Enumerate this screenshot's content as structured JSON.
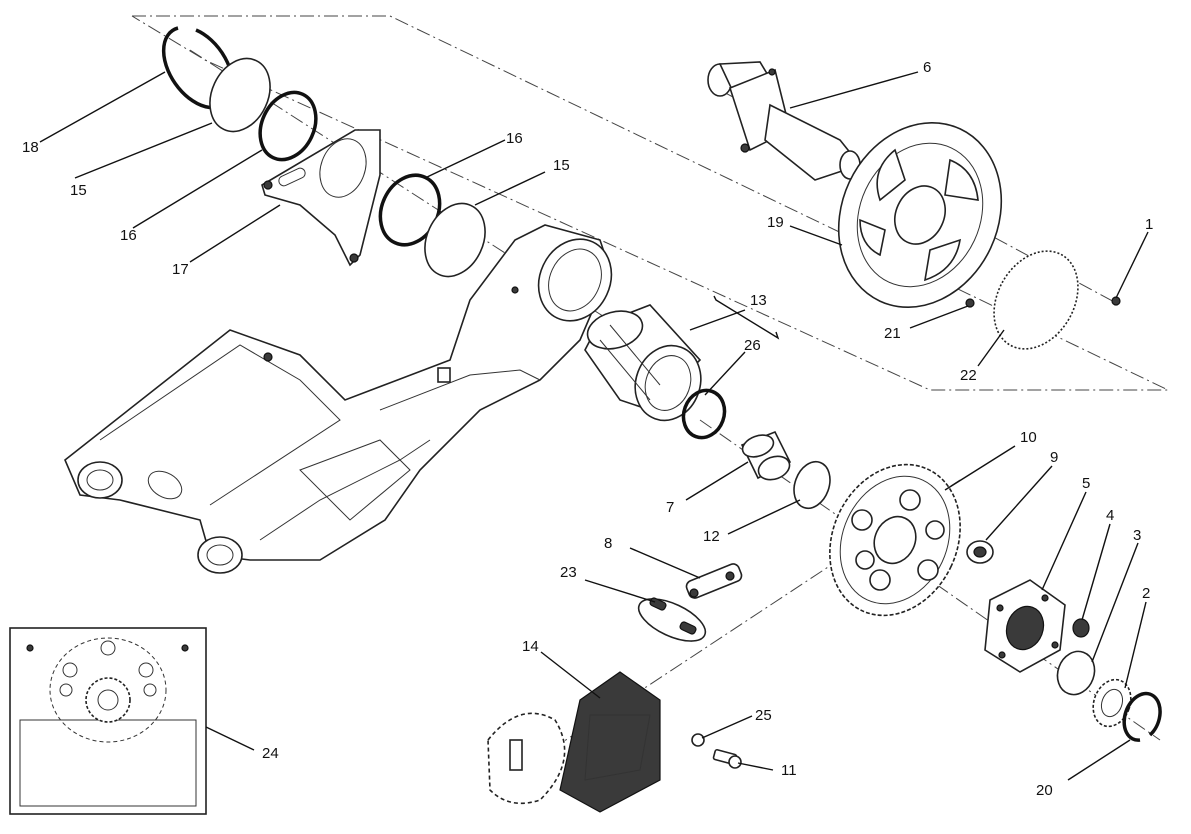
{
  "diagram": {
    "callouts": [
      {
        "id": "c1",
        "label": "1"
      },
      {
        "id": "c2",
        "label": "2"
      },
      {
        "id": "c3",
        "label": "3"
      },
      {
        "id": "c4",
        "label": "4"
      },
      {
        "id": "c5",
        "label": "5"
      },
      {
        "id": "c6",
        "label": "6"
      },
      {
        "id": "c7",
        "label": "7"
      },
      {
        "id": "c8",
        "label": "8"
      },
      {
        "id": "c9",
        "label": "9"
      },
      {
        "id": "c10",
        "label": "10"
      },
      {
        "id": "c11",
        "label": "11"
      },
      {
        "id": "c12",
        "label": "12"
      },
      {
        "id": "c13",
        "label": "13"
      },
      {
        "id": "c14",
        "label": "14"
      },
      {
        "id": "c15a",
        "label": "15"
      },
      {
        "id": "c15b",
        "label": "15"
      },
      {
        "id": "c16a",
        "label": "16"
      },
      {
        "id": "c16b",
        "label": "16"
      },
      {
        "id": "c17",
        "label": "17"
      },
      {
        "id": "c18",
        "label": "18"
      },
      {
        "id": "c19",
        "label": "19"
      },
      {
        "id": "c20",
        "label": "20"
      },
      {
        "id": "c21",
        "label": "21"
      },
      {
        "id": "c22",
        "label": "22"
      },
      {
        "id": "c23",
        "label": "23"
      },
      {
        "id": "c24",
        "label": "24"
      },
      {
        "id": "c25",
        "label": "25"
      },
      {
        "id": "c26",
        "label": "26"
      }
    ]
  }
}
